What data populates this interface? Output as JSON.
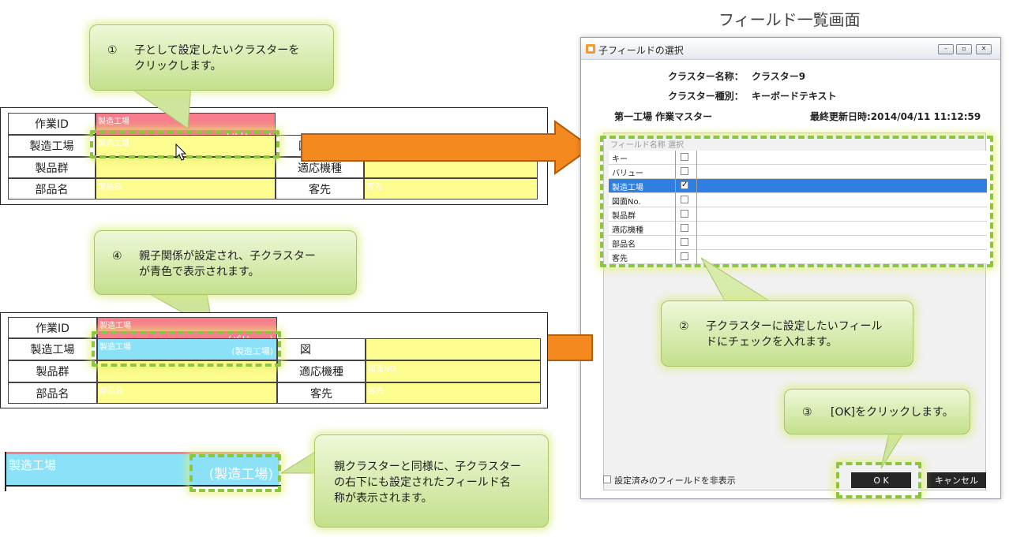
{
  "heading": "フィールド一覧画面",
  "callouts": {
    "c1": {
      "num": "①",
      "text": "子として設定したいクラスターを\nクリックします。"
    },
    "c4": {
      "num": "④",
      "text": "親子関係が設定され、子クラスター\nが青色で表示されます。"
    },
    "c2": {
      "num": "②",
      "text": "子クラスターに設定したいフィール\nドにチェックを入れます。"
    },
    "c3": {
      "num": "③",
      "text": "[OK]をクリックします。"
    },
    "note": {
      "text": "親クラスターと同様に、子クラスター\nの右下にも設定されたフィールド名\n称が表示されます。"
    }
  },
  "form_top": {
    "labels": {
      "sagyo_id": "作業ID",
      "seizo_kojo": "製造工場",
      "seihin_gun": "製品群",
      "buhin_mei": "部品名",
      "zumen": "図",
      "tekio_kishu": "適応機種",
      "kyakusaki": "客先"
    },
    "field_texts": {
      "sagyo_id": "製造工場",
      "seizo_kojo": "製造工場",
      "buhin_mei": "部品名",
      "kyakusaki": "客先"
    },
    "value_tag": "(バリュー)"
  },
  "form_bottom": {
    "labels": {
      "sagyo_id": "作業ID",
      "seizo_kojo": "製造工場",
      "seihin_gun": "製品群",
      "buhin_mei": "部品名",
      "zumen": "図",
      "tekio_kishu": "適応機種",
      "kyakusaki": "客先"
    },
    "field_texts": {
      "sagyo_id": "製造工場",
      "seizo_kojo": "製造工場",
      "buhin_mei": "部品名",
      "tekio_kishu": "図面NO.",
      "kyakusaki": "客先"
    },
    "value_tag": "(バリュー)",
    "child_tag": "(製造工場)"
  },
  "zoom": {
    "label": "製造工場",
    "tag": "(製造工場)"
  },
  "dialog": {
    "title": "子フィールドの選択",
    "cluster_name_label": "クラスター名称：",
    "cluster_name_value": "クラスター9",
    "cluster_type_label": "クラスター種別：",
    "cluster_type_value": "キーボードテキスト",
    "master_name": "第一工場 作業マスター",
    "last_updated": "最終更新日時:2014/04/11 11:12:59",
    "grid_header": "フィールド名称  選択",
    "fields": [
      {
        "name": "キー",
        "checked": false
      },
      {
        "name": "バリュー",
        "checked": false
      },
      {
        "name": "製造工場",
        "checked": true
      },
      {
        "name": "図面No.",
        "checked": false
      },
      {
        "name": "製品群",
        "checked": false
      },
      {
        "name": "適応機種",
        "checked": false
      },
      {
        "name": "部品名",
        "checked": false
      },
      {
        "name": "客先",
        "checked": false
      }
    ],
    "hide_configured_label": "設定済みのフィールドを非表示",
    "ok_label": "O K",
    "cancel_label": "キャンセル"
  },
  "colors": {
    "parent_red": "#f77e8d",
    "child_blue": "#8be2f8",
    "field_yellow": "#fdfc8f",
    "arrow_orange": "#f3891f",
    "highlight_green": "#8cc63f",
    "selected_row": "#2f7fe0"
  }
}
